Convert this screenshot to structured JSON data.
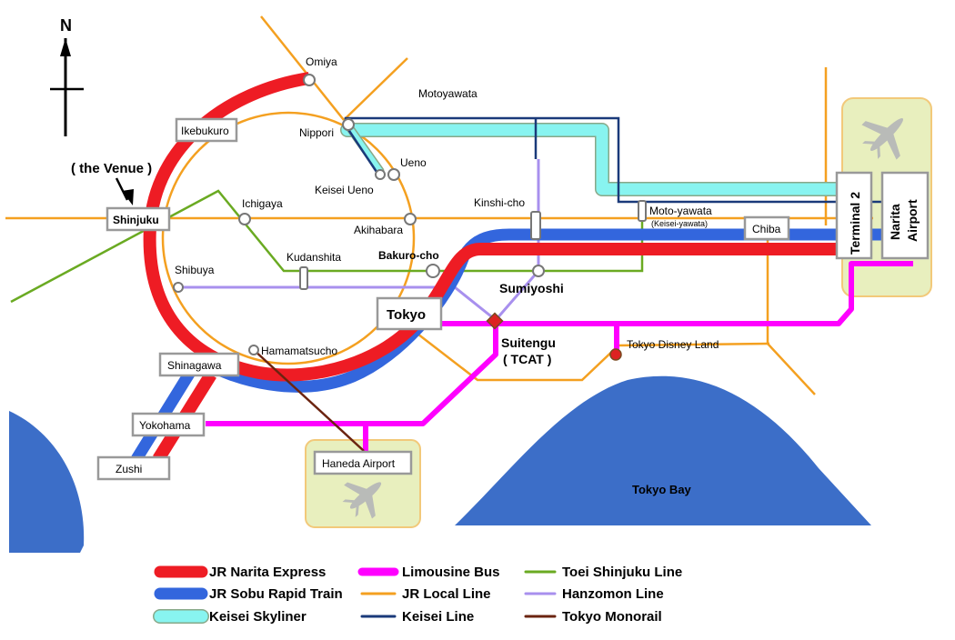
{
  "compass": {
    "label": "N"
  },
  "venue_label": "( the Venue )",
  "stations": {
    "omiya": "Omiya",
    "motoyawata": "Motoyawata",
    "nippori": "Nippori",
    "ikebukuro": "Ikebukuro",
    "ueno": "Ueno",
    "keisei_ueno": "Keisei Ueno",
    "kinshicho": "Kinshi-cho",
    "ichigaya": "Ichigaya",
    "shinjuku": "Shinjuku",
    "akihabara": "Akihabara",
    "moto_yawata": "Moto-yawata",
    "keisei_yawata": "(Keisei-yawata)",
    "chiba": "Chiba",
    "terminal2": "Terminal 2",
    "narita_line1": "Narita",
    "narita_line2": "Airport",
    "kudanshita": "Kudanshita",
    "bakurocho": "Bakuro-cho",
    "shibuya": "Shibuya",
    "sumiyoshi": "Sumiyoshi",
    "tokyo": "Tokyo",
    "suitengu": "Suitengu",
    "tcat": "( TCAT )",
    "hamamatsucho": "Hamamatsucho",
    "tokyo_disney": "Tokyo Disney Land",
    "shinagawa": "Shinagawa",
    "yokohama": "Yokohama",
    "haneda": "Haneda Airport",
    "zushi": "Zushi"
  },
  "water": {
    "tokyo_bay": "Tokyo Bay"
  },
  "legend": [
    {
      "id": "narita-express",
      "label": "JR Narita Express",
      "color": "#ee1c24",
      "style": "thick"
    },
    {
      "id": "sobu-rapid",
      "label": "JR Sobu Rapid Train",
      "color": "#3366dd",
      "style": "thick"
    },
    {
      "id": "skyliner",
      "label": "Keisei Skyliner",
      "color": "#88f4f0",
      "style": "thick-outlined"
    },
    {
      "id": "limousine-bus",
      "label": "Limousine Bus",
      "color": "#ff00ff",
      "style": "medium"
    },
    {
      "id": "jr-local",
      "label": "JR Local Line",
      "color": "#f4a020",
      "style": "thin"
    },
    {
      "id": "keisei-line",
      "label": "Keisei Line",
      "color": "#1a3a7a",
      "style": "thin"
    },
    {
      "id": "toei-shinjuku",
      "label": "Toei Shinjuku Line",
      "color": "#6aaa22",
      "style": "thin"
    },
    {
      "id": "hanzomon",
      "label": "Hanzomon Line",
      "color": "#a890ee",
      "style": "thin"
    },
    {
      "id": "tokyo-monorail",
      "label": "Tokyo Monorail",
      "color": "#6b2410",
      "style": "thin"
    }
  ],
  "colors": {
    "narita_express": "#ee1c24",
    "sobu_rapid": "#3366dd",
    "skyliner": "#88f4f0",
    "limousine_bus": "#ff00ff",
    "jr_local": "#f4a020",
    "keisei_line": "#1a3a7a",
    "toei_shinjuku": "#6aaa22",
    "hanzomon": "#a890ee",
    "tokyo_monorail": "#6b2410",
    "water": "#3c6ec8",
    "airport_area": "#e8efbe"
  }
}
